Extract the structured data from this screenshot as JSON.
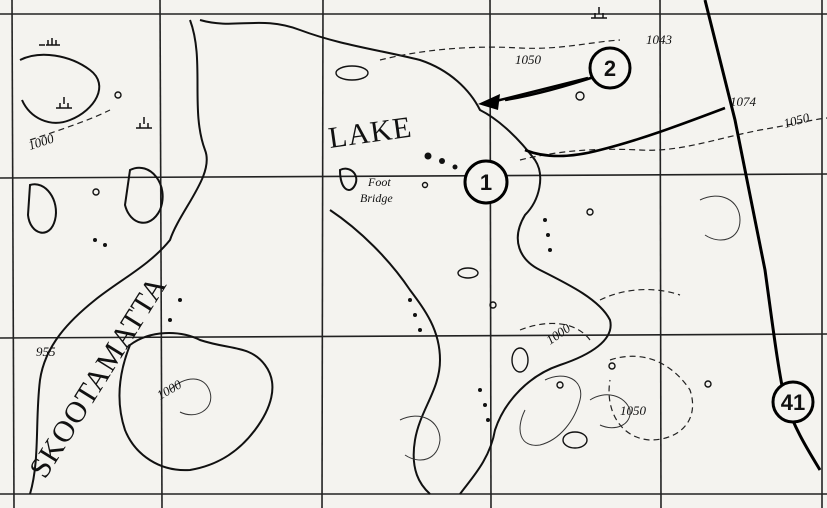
{
  "map": {
    "lake_name": "SKOOTAMATTA LAKE",
    "lake_word_1": "SKOOTAMATTA",
    "lake_word_2": "LAKE",
    "foot_bridge": [
      "Foot",
      "Bridge"
    ],
    "elevations": [
      "1043",
      "1074",
      "1050",
      "1000",
      "955",
      "1000",
      "1000",
      "1050",
      "1050"
    ],
    "markers": {
      "point_1": "1",
      "point_2": "2",
      "highway": "41"
    },
    "colors": {
      "ink": "#111111",
      "paper": "#f4f3ef"
    }
  }
}
